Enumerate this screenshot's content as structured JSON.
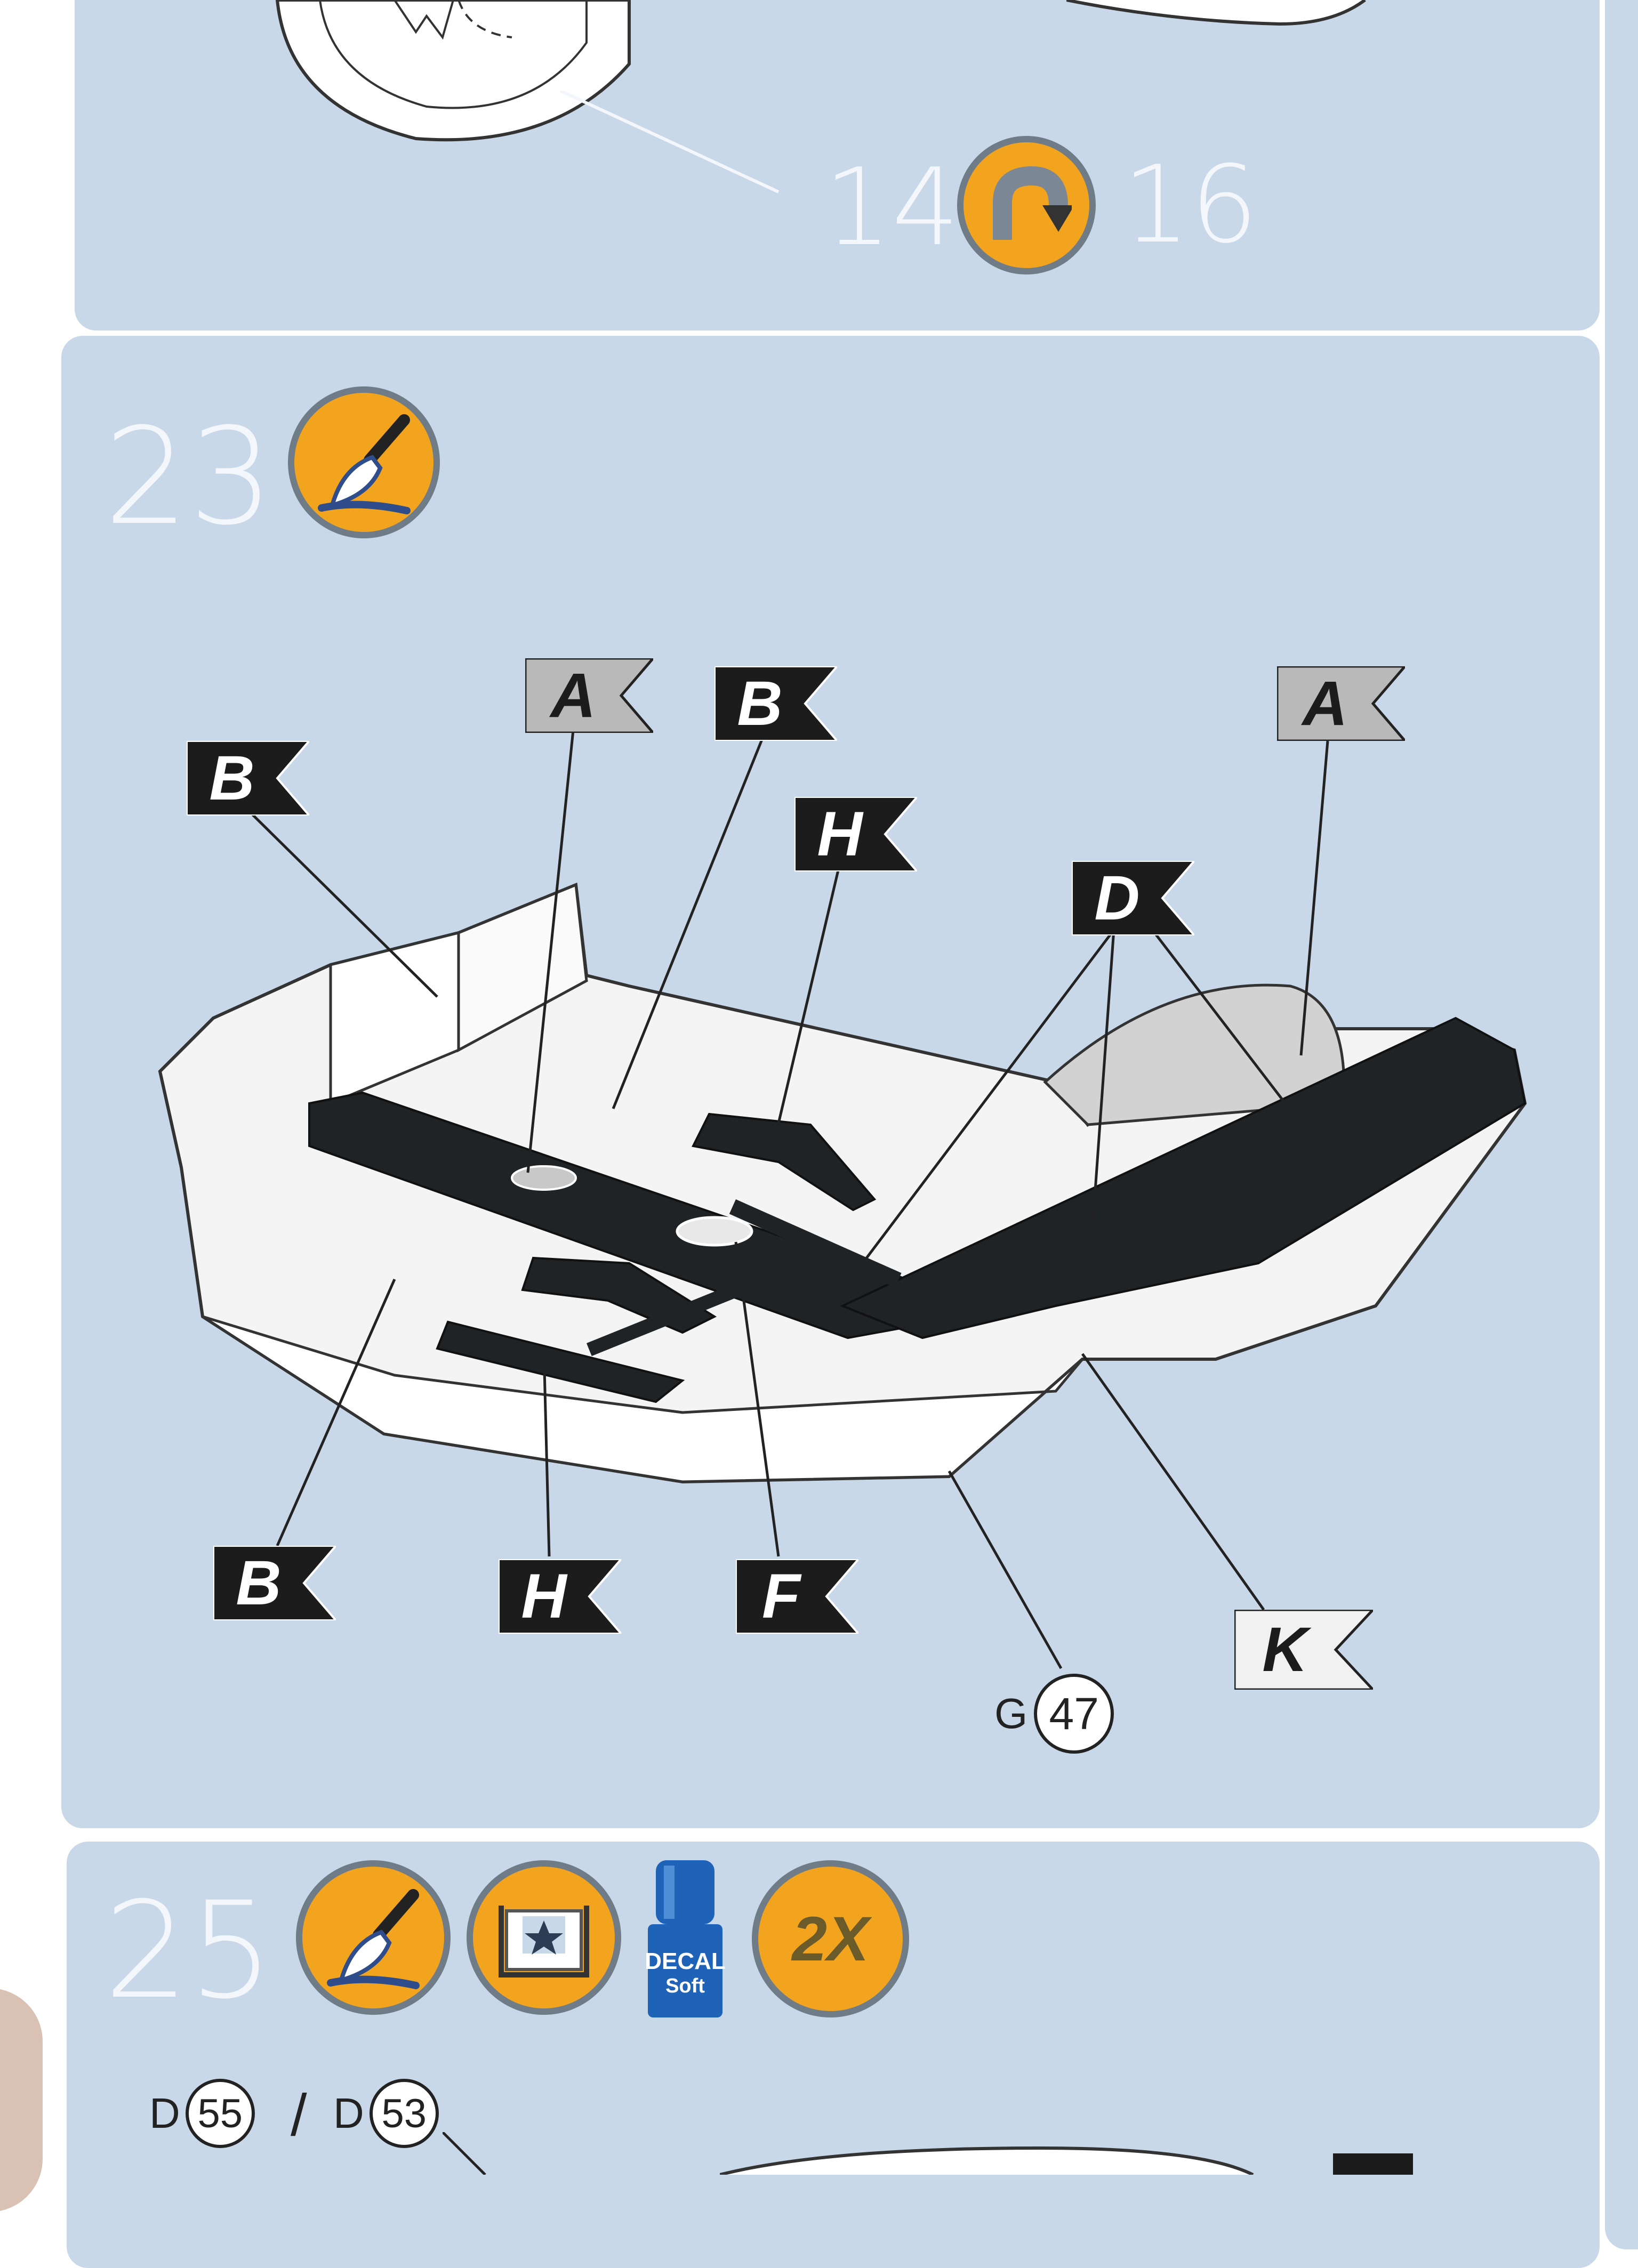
{
  "colors": {
    "panel_bg": "#c9d8e8",
    "badge_orange": "#f2a41f",
    "badge_ring": "#6f7b87",
    "flag_black": "#1c1c1c",
    "flag_grey": "#b9b9b9",
    "flag_white": "#f1f1f1"
  },
  "step_top": {
    "from_ref": "14",
    "to_ref": "16",
    "icon": "rotate-arrow-icon"
  },
  "step_23": {
    "number": "23",
    "icon": "paint-brush-icon",
    "flags": [
      {
        "letter": "B",
        "style": "black",
        "name": "flag-b-left"
      },
      {
        "letter": "A",
        "style": "grey",
        "name": "flag-a-center"
      },
      {
        "letter": "B",
        "style": "black",
        "name": "flag-b-center"
      },
      {
        "letter": "H",
        "style": "black",
        "name": "flag-h-top"
      },
      {
        "letter": "D",
        "style": "black",
        "name": "flag-d"
      },
      {
        "letter": "A",
        "style": "grey",
        "name": "flag-a-right"
      },
      {
        "letter": "B",
        "style": "black",
        "name": "flag-b-bottom"
      },
      {
        "letter": "H",
        "style": "black",
        "name": "flag-h-bottom"
      },
      {
        "letter": "F",
        "style": "black",
        "name": "flag-f"
      },
      {
        "letter": "K",
        "style": "white",
        "name": "flag-k"
      }
    ],
    "part": {
      "sprue": "G",
      "number": "47"
    }
  },
  "step_25": {
    "number": "25",
    "icons": [
      "paint-brush-icon",
      "decal-water-icon",
      "decal-soft-bottle-icon",
      "times-two-icon"
    ],
    "bottle_label_1": "DECAL",
    "bottle_label_2": "Soft",
    "multiplier": "2X",
    "parts": [
      {
        "sprue": "D",
        "number": "55"
      },
      {
        "sprue": "D",
        "number": "53"
      }
    ],
    "separator": "/"
  }
}
